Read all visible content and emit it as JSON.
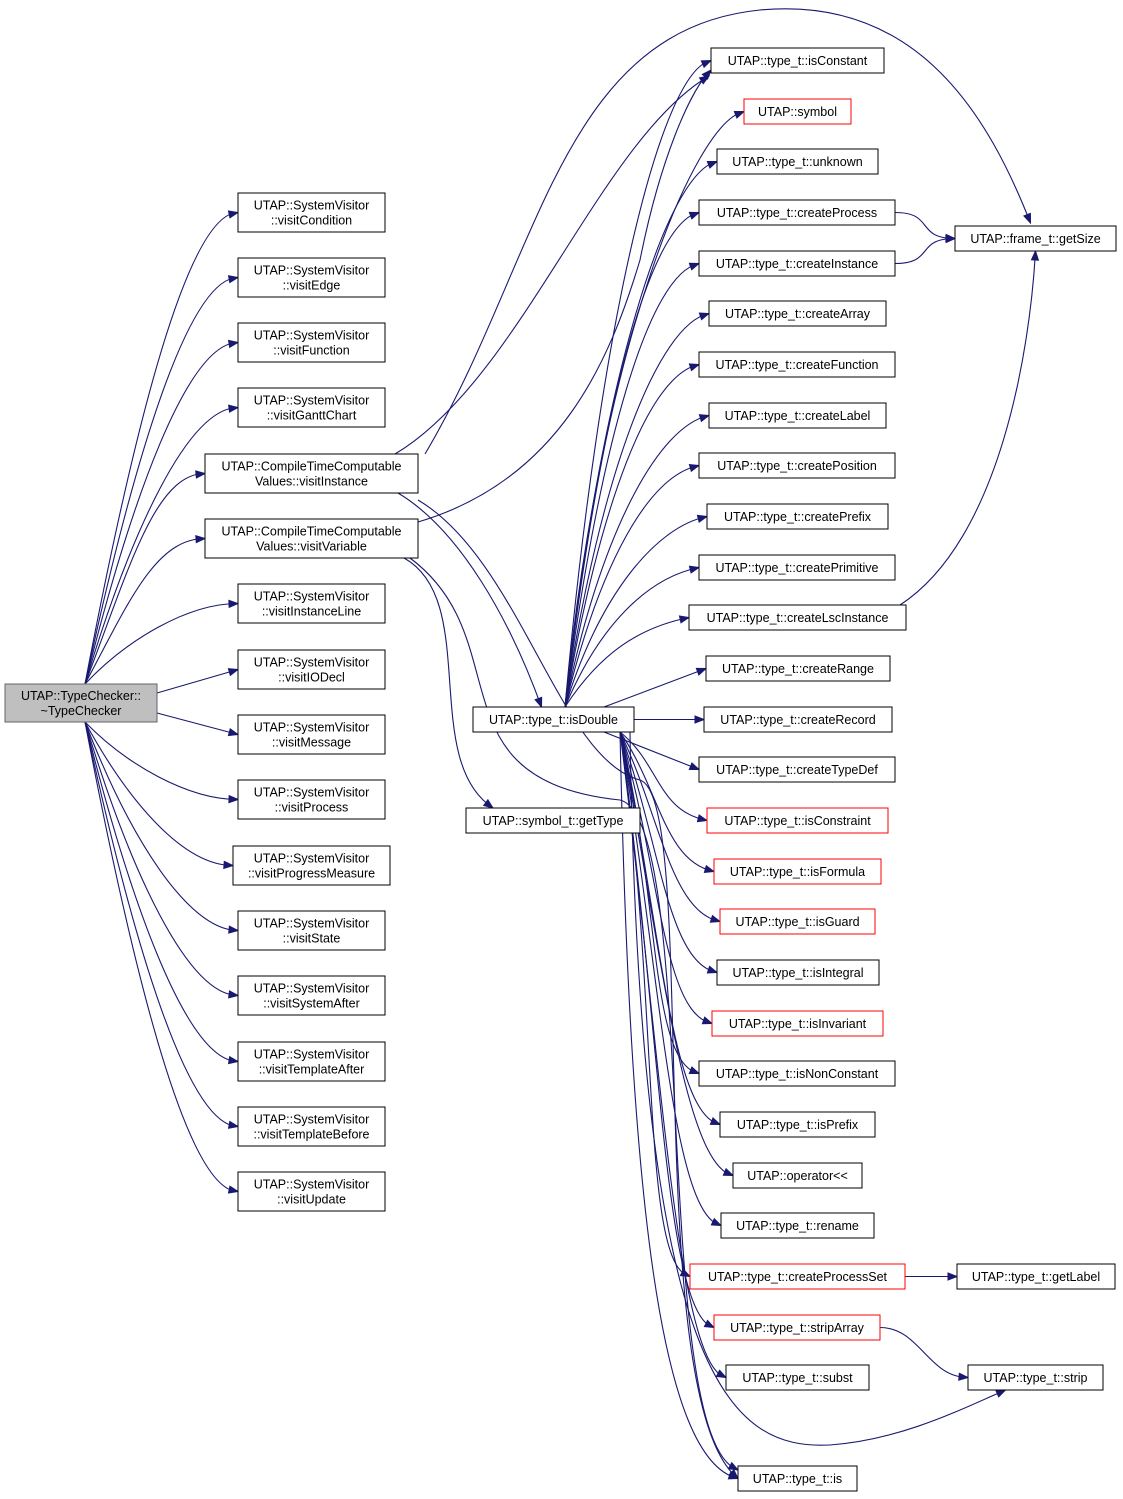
{
  "colors": {
    "edge": "#191970",
    "node_border": "#000000",
    "node_fill": "#ffffff",
    "root_fill": "#bfbfbf",
    "root_border": "#666666",
    "truncated_border": "#ff0000"
  },
  "nodes": [
    {
      "id": "root",
      "lines": [
        "UTAP::TypeChecker::",
        "~TypeChecker"
      ],
      "style": "root"
    },
    {
      "id": "visitCondition",
      "lines": [
        "UTAP::SystemVisitor",
        "::visitCondition"
      ],
      "style": "normal"
    },
    {
      "id": "visitEdge",
      "lines": [
        "UTAP::SystemVisitor",
        "::visitEdge"
      ],
      "style": "normal"
    },
    {
      "id": "visitFunction",
      "lines": [
        "UTAP::SystemVisitor",
        "::visitFunction"
      ],
      "style": "normal"
    },
    {
      "id": "visitGanttChart",
      "lines": [
        "UTAP::SystemVisitor",
        "::visitGanttChart"
      ],
      "style": "normal"
    },
    {
      "id": "ctcVisitInstance",
      "lines": [
        "UTAP::CompileTimeComputable",
        "Values::visitInstance"
      ],
      "style": "normal"
    },
    {
      "id": "ctcVisitVariable",
      "lines": [
        "UTAP::CompileTimeComputable",
        "Values::visitVariable"
      ],
      "style": "normal"
    },
    {
      "id": "visitInstanceLine",
      "lines": [
        "UTAP::SystemVisitor",
        "::visitInstanceLine"
      ],
      "style": "normal"
    },
    {
      "id": "visitIODecl",
      "lines": [
        "UTAP::SystemVisitor",
        "::visitIODecl"
      ],
      "style": "normal"
    },
    {
      "id": "visitMessage",
      "lines": [
        "UTAP::SystemVisitor",
        "::visitMessage"
      ],
      "style": "normal"
    },
    {
      "id": "visitProcess",
      "lines": [
        "UTAP::SystemVisitor",
        "::visitProcess"
      ],
      "style": "normal"
    },
    {
      "id": "visitProgressMeasure",
      "lines": [
        "UTAP::SystemVisitor",
        "::visitProgressMeasure"
      ],
      "style": "normal"
    },
    {
      "id": "visitState",
      "lines": [
        "UTAP::SystemVisitor",
        "::visitState"
      ],
      "style": "normal"
    },
    {
      "id": "visitSystemAfter",
      "lines": [
        "UTAP::SystemVisitor",
        "::visitSystemAfter"
      ],
      "style": "normal"
    },
    {
      "id": "visitTemplateAfter",
      "lines": [
        "UTAP::SystemVisitor",
        "::visitTemplateAfter"
      ],
      "style": "normal"
    },
    {
      "id": "visitTemplateBefore",
      "lines": [
        "UTAP::SystemVisitor",
        "::visitTemplateBefore"
      ],
      "style": "normal"
    },
    {
      "id": "visitUpdate",
      "lines": [
        "UTAP::SystemVisitor",
        "::visitUpdate"
      ],
      "style": "normal"
    },
    {
      "id": "isDouble",
      "lines": [
        "UTAP::type_t::isDouble"
      ],
      "style": "normal"
    },
    {
      "id": "getType",
      "lines": [
        "UTAP::symbol_t::getType"
      ],
      "style": "normal"
    },
    {
      "id": "isConstant",
      "lines": [
        "UTAP::type_t::isConstant"
      ],
      "style": "normal"
    },
    {
      "id": "symbol",
      "lines": [
        "UTAP::symbol"
      ],
      "style": "truncated"
    },
    {
      "id": "unknown",
      "lines": [
        "UTAP::type_t::unknown"
      ],
      "style": "normal"
    },
    {
      "id": "createProcess",
      "lines": [
        "UTAP::type_t::createProcess"
      ],
      "style": "normal"
    },
    {
      "id": "createInstance",
      "lines": [
        "UTAP::type_t::createInstance"
      ],
      "style": "normal"
    },
    {
      "id": "createArray",
      "lines": [
        "UTAP::type_t::createArray"
      ],
      "style": "normal"
    },
    {
      "id": "createFunction",
      "lines": [
        "UTAP::type_t::createFunction"
      ],
      "style": "normal"
    },
    {
      "id": "createLabel",
      "lines": [
        "UTAP::type_t::createLabel"
      ],
      "style": "normal"
    },
    {
      "id": "createPosition",
      "lines": [
        "UTAP::type_t::createPosition"
      ],
      "style": "normal"
    },
    {
      "id": "createPrefix",
      "lines": [
        "UTAP::type_t::createPrefix"
      ],
      "style": "normal"
    },
    {
      "id": "createPrimitive",
      "lines": [
        "UTAP::type_t::createPrimitive"
      ],
      "style": "normal"
    },
    {
      "id": "createLscInstance",
      "lines": [
        "UTAP::type_t::createLscInstance"
      ],
      "style": "normal"
    },
    {
      "id": "createRange",
      "lines": [
        "UTAP::type_t::createRange"
      ],
      "style": "normal"
    },
    {
      "id": "createRecord",
      "lines": [
        "UTAP::type_t::createRecord"
      ],
      "style": "normal"
    },
    {
      "id": "createTypeDef",
      "lines": [
        "UTAP::type_t::createTypeDef"
      ],
      "style": "normal"
    },
    {
      "id": "isConstraint",
      "lines": [
        "UTAP::type_t::isConstraint"
      ],
      "style": "truncated"
    },
    {
      "id": "isFormula",
      "lines": [
        "UTAP::type_t::isFormula"
      ],
      "style": "truncated"
    },
    {
      "id": "isGuard",
      "lines": [
        "UTAP::type_t::isGuard"
      ],
      "style": "truncated"
    },
    {
      "id": "isIntegral",
      "lines": [
        "UTAP::type_t::isIntegral"
      ],
      "style": "normal"
    },
    {
      "id": "isInvariant",
      "lines": [
        "UTAP::type_t::isInvariant"
      ],
      "style": "truncated"
    },
    {
      "id": "isNonConstant",
      "lines": [
        "UTAP::type_t::isNonConstant"
      ],
      "style": "normal"
    },
    {
      "id": "isPrefix",
      "lines": [
        "UTAP::type_t::isPrefix"
      ],
      "style": "normal"
    },
    {
      "id": "operatorShl",
      "lines": [
        "UTAP::operator<<"
      ],
      "style": "normal"
    },
    {
      "id": "rename",
      "lines": [
        "UTAP::type_t::rename"
      ],
      "style": "normal"
    },
    {
      "id": "createProcessSet",
      "lines": [
        "UTAP::type_t::createProcessSet"
      ],
      "style": "truncated"
    },
    {
      "id": "stripArray",
      "lines": [
        "UTAP::type_t::stripArray"
      ],
      "style": "truncated"
    },
    {
      "id": "subst",
      "lines": [
        "UTAP::type_t::subst"
      ],
      "style": "normal"
    },
    {
      "id": "is",
      "lines": [
        "UTAP::type_t::is"
      ],
      "style": "normal"
    },
    {
      "id": "getSize",
      "lines": [
        "UTAP::frame_t::getSize"
      ],
      "style": "normal"
    },
    {
      "id": "getLabel",
      "lines": [
        "UTAP::type_t::getLabel"
      ],
      "style": "normal"
    },
    {
      "id": "strip",
      "lines": [
        "UTAP::type_t::strip"
      ],
      "style": "normal"
    }
  ],
  "edges": [
    [
      "root",
      "visitCondition"
    ],
    [
      "root",
      "visitEdge"
    ],
    [
      "root",
      "visitFunction"
    ],
    [
      "root",
      "visitGanttChart"
    ],
    [
      "root",
      "ctcVisitInstance"
    ],
    [
      "root",
      "ctcVisitVariable"
    ],
    [
      "root",
      "visitInstanceLine"
    ],
    [
      "root",
      "visitIODecl"
    ],
    [
      "root",
      "visitMessage"
    ],
    [
      "root",
      "visitProcess"
    ],
    [
      "root",
      "visitProgressMeasure"
    ],
    [
      "root",
      "visitState"
    ],
    [
      "root",
      "visitSystemAfter"
    ],
    [
      "root",
      "visitTemplateAfter"
    ],
    [
      "root",
      "visitTemplateBefore"
    ],
    [
      "root",
      "visitUpdate"
    ],
    [
      "ctcVisitInstance",
      "isConstant"
    ],
    [
      "ctcVisitInstance",
      "getSize"
    ],
    [
      "ctcVisitInstance",
      "isDouble"
    ],
    [
      "ctcVisitInstance",
      "is"
    ],
    [
      "ctcVisitVariable",
      "isConstant"
    ],
    [
      "ctcVisitVariable",
      "getType"
    ],
    [
      "ctcVisitVariable",
      "is"
    ],
    [
      "isDouble",
      "isConstant"
    ],
    [
      "isDouble",
      "symbol"
    ],
    [
      "isDouble",
      "unknown"
    ],
    [
      "isDouble",
      "createProcess"
    ],
    [
      "isDouble",
      "createInstance"
    ],
    [
      "isDouble",
      "createArray"
    ],
    [
      "isDouble",
      "createFunction"
    ],
    [
      "isDouble",
      "createLabel"
    ],
    [
      "isDouble",
      "createPosition"
    ],
    [
      "isDouble",
      "createPrefix"
    ],
    [
      "isDouble",
      "createPrimitive"
    ],
    [
      "isDouble",
      "createLscInstance"
    ],
    [
      "isDouble",
      "createRange"
    ],
    [
      "isDouble",
      "createRecord"
    ],
    [
      "isDouble",
      "createTypeDef"
    ],
    [
      "isDouble",
      "isConstraint"
    ],
    [
      "isDouble",
      "isFormula"
    ],
    [
      "isDouble",
      "isGuard"
    ],
    [
      "isDouble",
      "isIntegral"
    ],
    [
      "isDouble",
      "isInvariant"
    ],
    [
      "isDouble",
      "isNonConstant"
    ],
    [
      "isDouble",
      "isPrefix"
    ],
    [
      "isDouble",
      "operatorShl"
    ],
    [
      "isDouble",
      "rename"
    ],
    [
      "isDouble",
      "createProcessSet"
    ],
    [
      "isDouble",
      "stripArray"
    ],
    [
      "isDouble",
      "subst"
    ],
    [
      "isDouble",
      "strip"
    ],
    [
      "isDouble",
      "is"
    ],
    [
      "createProcess",
      "getSize"
    ],
    [
      "createInstance",
      "getSize"
    ],
    [
      "createLscInstance",
      "getSize"
    ],
    [
      "createProcessSet",
      "getLabel"
    ],
    [
      "stripArray",
      "strip"
    ]
  ]
}
